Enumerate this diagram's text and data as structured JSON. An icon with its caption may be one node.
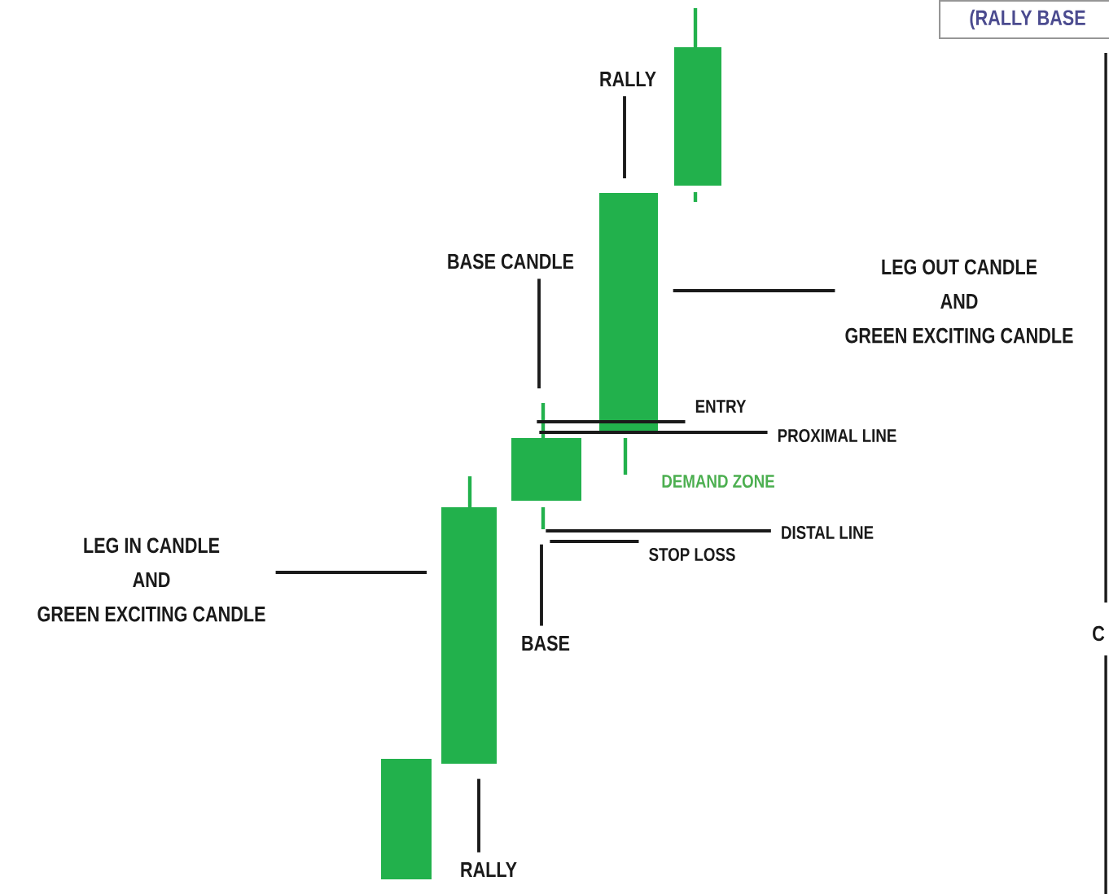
{
  "diagram": {
    "nodes": [
      {
        "text": [
          "(RALLY BASE"
        ]
      },
      {
        "text": [],
        "shape": "bar"
      },
      {
        "text": [],
        "shape": "bar"
      },
      {
        "text": [],
        "shape": "bar"
      },
      {
        "text": [],
        "shape": "bar"
      },
      {
        "text": [],
        "shape": "bar"
      },
      {
        "text": [
          "RALLY"
        ]
      },
      {
        "text": [
          "BASE CANDLE"
        ]
      },
      {
        "text": [
          "LEG OUT CANDLE",
          "AND",
          "GREEN EXCITING CANDLE"
        ]
      },
      {
        "text": [
          "ENTRY"
        ]
      },
      {
        "text": [
          "PROXIMAL LINE"
        ]
      },
      {
        "text": [
          "DISTAL LINE"
        ]
      },
      {
        "text": [
          "STOP LOSS"
        ]
      },
      {
        "text": [
          "LEG IN CANDLE",
          "AND",
          "GREEN EXCITING CANDLE"
        ]
      },
      {
        "text": [
          "BASE"
        ]
      },
      {
        "text": [
          "RALLY"
        ]
      }
    ],
    "edges": [
      {
        "from": 6,
        "to": 4,
        "arrow": "none"
      },
      {
        "from": 7,
        "to": 3,
        "arrow": "none"
      },
      {
        "from": 8,
        "to": 4,
        "arrow": "none"
      },
      {
        "from": 9,
        "to": 3,
        "arrow": "none"
      },
      {
        "from": 10,
        "to": 3,
        "arrow": "none"
      },
      {
        "from": 11,
        "to": 3,
        "arrow": "none"
      },
      {
        "from": 12,
        "to": 3,
        "arrow": "none"
      },
      {
        "from": 13,
        "to": 2,
        "arrow": "none"
      },
      {
        "from": 14,
        "to": 3,
        "arrow": "none"
      },
      {
        "from": 15,
        "to": 2,
        "arrow": "none"
      }
    ],
    "labels": [
      "DEMAND ZONE",
      "C"
    ]
  }
}
